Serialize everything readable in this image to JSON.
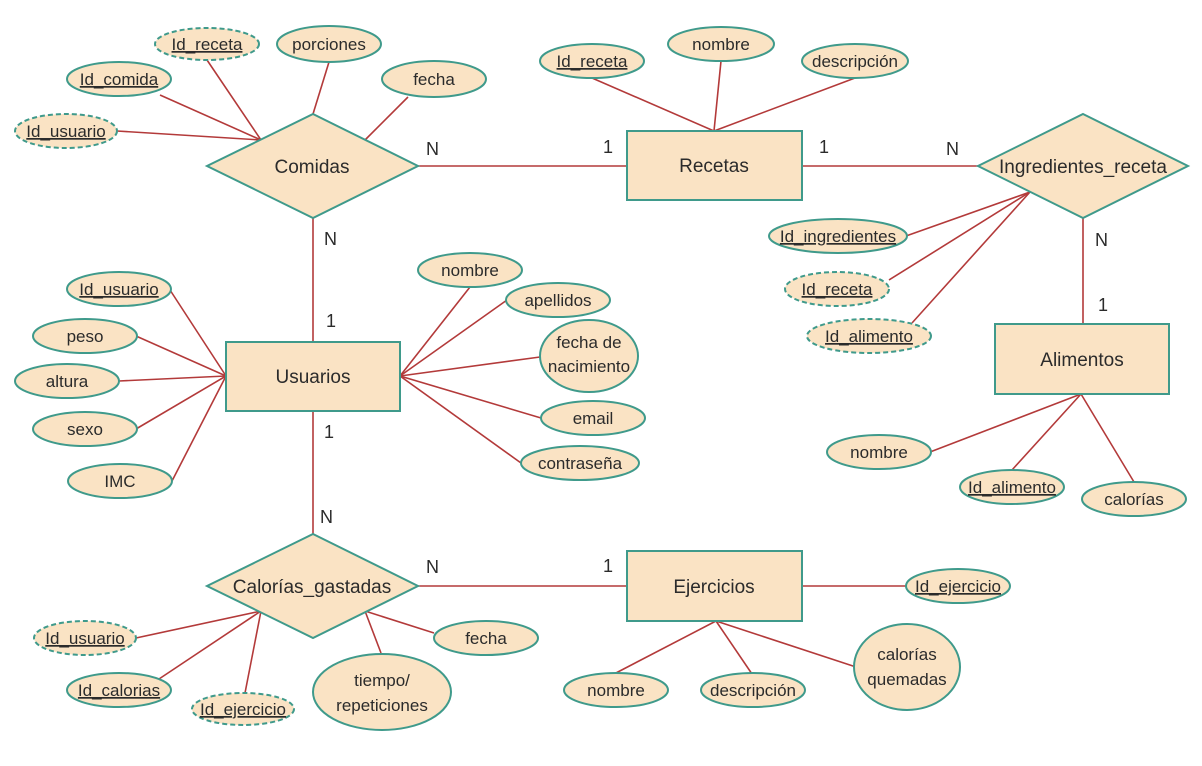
{
  "entities": {
    "usuarios": "Usuarios",
    "recetas": "Recetas",
    "alimentos": "Alimentos",
    "ejercicios": "Ejercicios"
  },
  "relationships": {
    "comidas": "Comidas",
    "ingredientes_receta": "Ingredientes_receta",
    "calorias_gastadas": "Calorías_gastadas"
  },
  "attributes": {
    "comidas": {
      "id_receta": "Id_receta",
      "porciones": "porciones",
      "id_comida": "Id_comida",
      "fecha": "fecha",
      "id_usuario": "Id_usuario"
    },
    "recetas": {
      "id_receta": "Id_receta",
      "nombre": "nombre",
      "descripcion": "descripción"
    },
    "ingredientes_receta": {
      "id_ingredientes": "Id_ingredientes",
      "id_receta": "Id_receta",
      "id_alimento": "Id_alimento"
    },
    "usuarios": {
      "nombre": "nombre",
      "apellidos": "apellidos",
      "fecha_nac_1": "fecha de",
      "fecha_nac_2": "nacimiento",
      "email": "email",
      "contrasena": "contraseña",
      "id_usuario": "Id_usuario",
      "peso": "peso",
      "altura": "altura",
      "sexo": "sexo",
      "imc": "IMC"
    },
    "alimentos": {
      "nombre": "nombre",
      "id_alimento": "Id_alimento",
      "calorias": "calorías"
    },
    "calorias_gastadas": {
      "id_usuario": "Id_usuario",
      "id_calorias": "Id_calorias",
      "id_ejercicio": "Id_ejercicio",
      "tiempo_1": "tiempo/",
      "tiempo_2": "repeticiones",
      "fecha": "fecha"
    },
    "ejercicios": {
      "id_ejercicio": "Id_ejercicio",
      "nombre": "nombre",
      "descripcion": "descripción",
      "cal_q_1": "calorías",
      "cal_q_2": "quemadas"
    }
  },
  "cardinalities": {
    "comidas_recetas_n": "N",
    "comidas_recetas_1": "1",
    "recetas_ingr_1": "1",
    "recetas_ingr_n": "N",
    "comidas_usuarios_n": "N",
    "comidas_usuarios_1": "1",
    "ingr_alimentos_n": "N",
    "ingr_alimentos_1": "1",
    "usuarios_calg_1": "1",
    "usuarios_calg_n": "N",
    "calg_ejercicios_n": "N",
    "calg_ejercicios_1": "1"
  },
  "colors": {
    "fill": "#fae3c4",
    "border": "#3f9a8b",
    "line": "#b33a3a"
  }
}
